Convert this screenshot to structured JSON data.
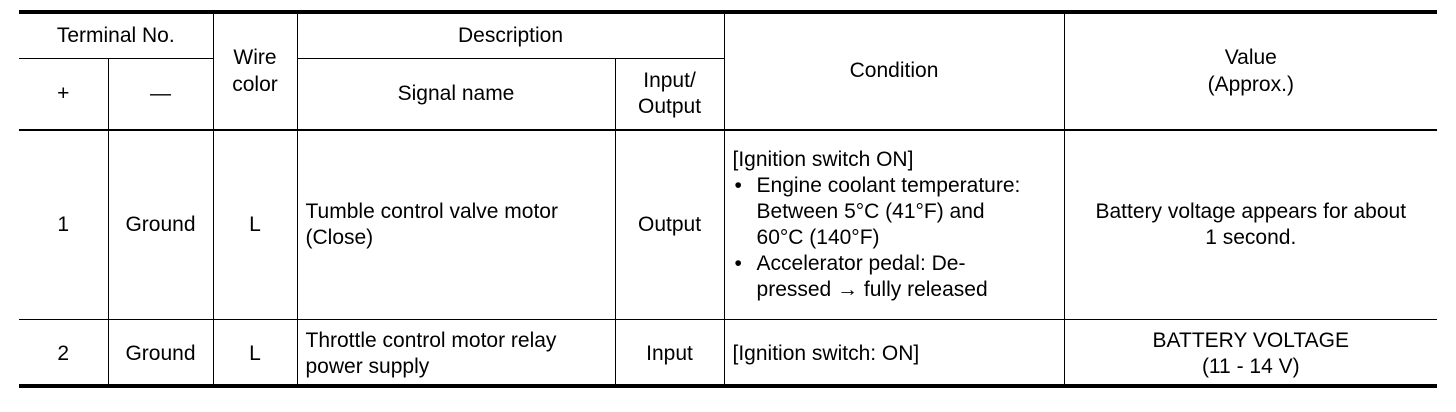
{
  "header": {
    "terminal_no": "Terminal No.",
    "plus": "+",
    "minus": "—",
    "wire_color_line1": "Wire",
    "wire_color_line2": "color",
    "description": "Description",
    "signal_name": "Signal name",
    "io_line1": "Input/",
    "io_line2": "Output",
    "condition": "Condition",
    "value_line1": "Value",
    "value_line2": "(Approx.)"
  },
  "rows": [
    {
      "plus": "1",
      "minus": "Ground",
      "wire_color": "L",
      "signal_name_line1": "Tumble control valve motor",
      "signal_name_line2": "(Close)",
      "io": "Output",
      "condition_head": "[Ignition switch ON]",
      "condition_items": [
        {
          "bullet": "•",
          "line1": "Engine coolant temperature:",
          "line2": "Between 5°C (41°F) and",
          "line3": "60°C (140°F)"
        },
        {
          "bullet": "•",
          "line1": "Accelerator pedal: De-",
          "line2": "pressed → fully released"
        }
      ],
      "value_line1": "Battery voltage appears for about",
      "value_line2": "1 second."
    },
    {
      "plus": "2",
      "minus": "Ground",
      "wire_color": "L",
      "signal_name_line1": "Throttle control motor relay",
      "signal_name_line2": "power supply",
      "io": "Input",
      "condition": "[Ignition switch: ON]",
      "value_line1": "BATTERY VOLTAGE",
      "value_line2": "(11 - 14 V)"
    }
  ]
}
